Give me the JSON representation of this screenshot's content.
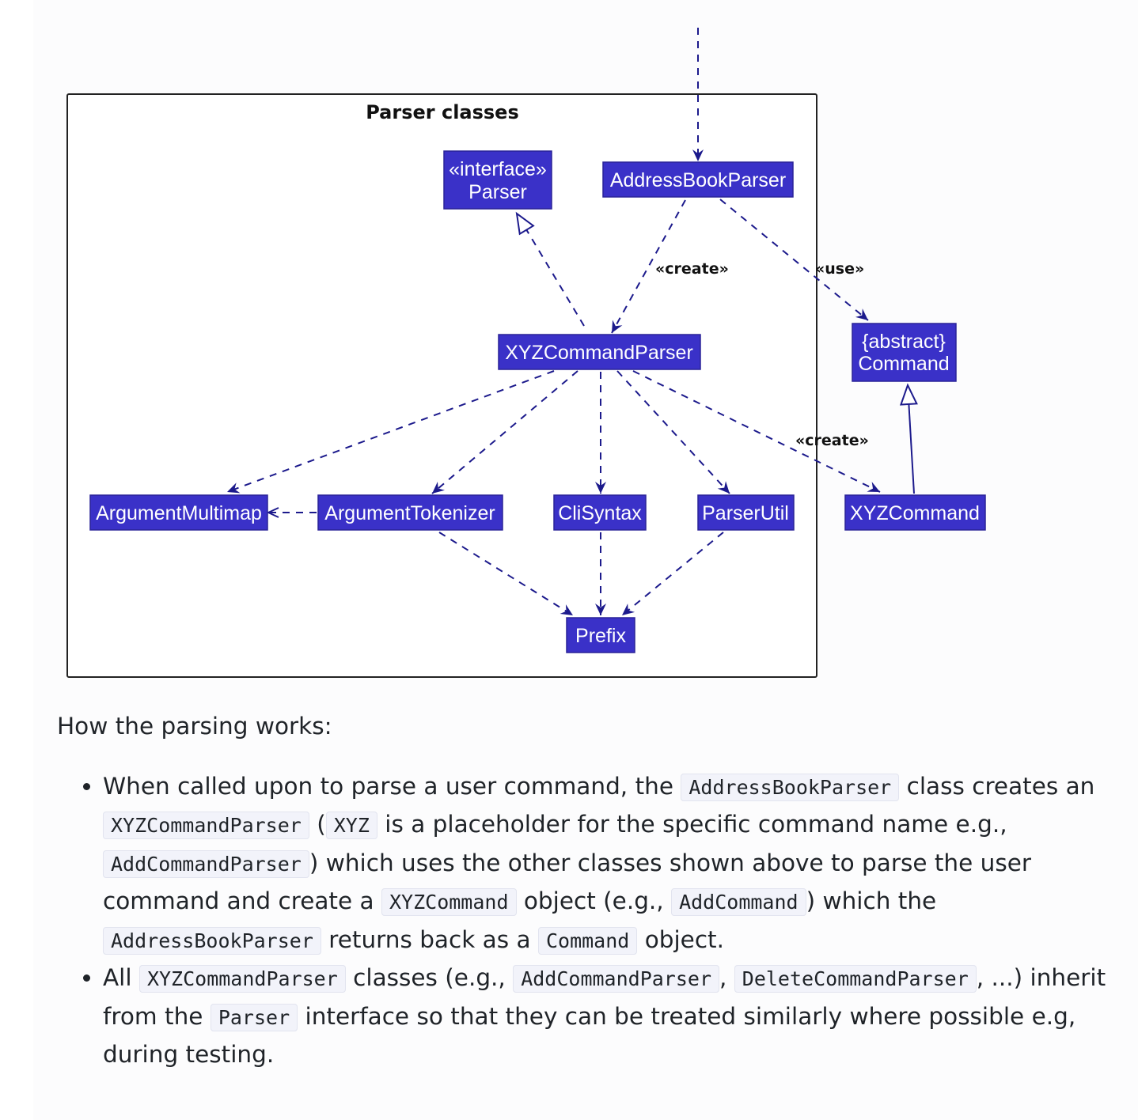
{
  "diagram": {
    "package_title": "Parser classes",
    "nodes": {
      "parser": {
        "stereotype": "«interface»",
        "name": "Parser"
      },
      "address_book_parser": {
        "name": "AddressBookParser"
      },
      "xyz_command_parser": {
        "name": "XYZCommandParser"
      },
      "command": {
        "stereotype": "{abstract}",
        "name": "Command"
      },
      "argument_multimap": {
        "name": "ArgumentMultimap"
      },
      "argument_tokenizer": {
        "name": "ArgumentTokenizer"
      },
      "cli_syntax": {
        "name": "CliSyntax"
      },
      "parser_util": {
        "name": "ParserUtil"
      },
      "xyz_command": {
        "name": "XYZCommand"
      },
      "prefix": {
        "name": "Prefix"
      }
    },
    "edge_labels": {
      "create_parser": "«create»",
      "use_command": "«use»",
      "create_command": "«create»"
    },
    "colors": {
      "node_fill": "#3a31c8",
      "edge": "#1c1a8c",
      "package_border": "#222222"
    }
  },
  "text": {
    "intro": "How the parsing works:",
    "b1": {
      "s1": "When called upon to parse a user command, the ",
      "c1": "AddressBookParser",
      "s2": " class creates an ",
      "c2": "XYZCommandParser",
      "s3": " (",
      "c3": "XYZ",
      "s4": " is a placeholder for the specific command name e.g., ",
      "c4": "AddCommandParser",
      "s5": ") which uses the other classes shown above to parse the user command and create a ",
      "c5": "XYZCommand",
      "s6": " object (e.g., ",
      "c6": "AddCommand",
      "s7": ") which the ",
      "c7": "AddressBookParser",
      "s8": " returns back as a ",
      "c8": "Command",
      "s9": " object."
    },
    "b2": {
      "s1": "All ",
      "c1": "XYZCommandParser",
      "s2": " classes (e.g., ",
      "c2": "AddCommandParser",
      "s3": ", ",
      "c3": "DeleteCommandParser",
      "s4": ", ...) inherit from the ",
      "c4": "Parser",
      "s5": " interface so that they can be treated similarly where possible e.g, during testing."
    }
  }
}
